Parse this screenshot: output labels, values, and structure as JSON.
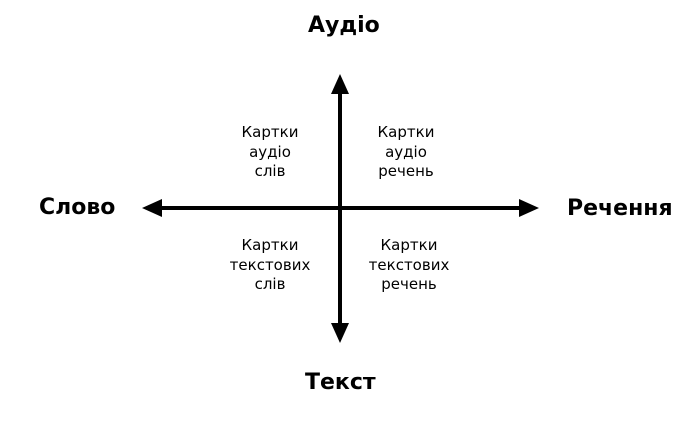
{
  "axes": {
    "top": "Аудіо",
    "bottom": "Текст",
    "left": "Слово",
    "right": "Речення"
  },
  "quadrants": {
    "top_left": {
      "lines": [
        "Картки",
        "аудіо",
        "слів"
      ]
    },
    "top_right": {
      "lines": [
        "Картки",
        "аудіо",
        "речень"
      ]
    },
    "bottom_left": {
      "lines": [
        "Картки",
        "текстових",
        "слів"
      ]
    },
    "bottom_right": {
      "lines": [
        "Картки",
        "текстових",
        "речень"
      ]
    }
  },
  "colors": {
    "axis": "#000000",
    "text": "#000000",
    "background": "#ffffff"
  }
}
